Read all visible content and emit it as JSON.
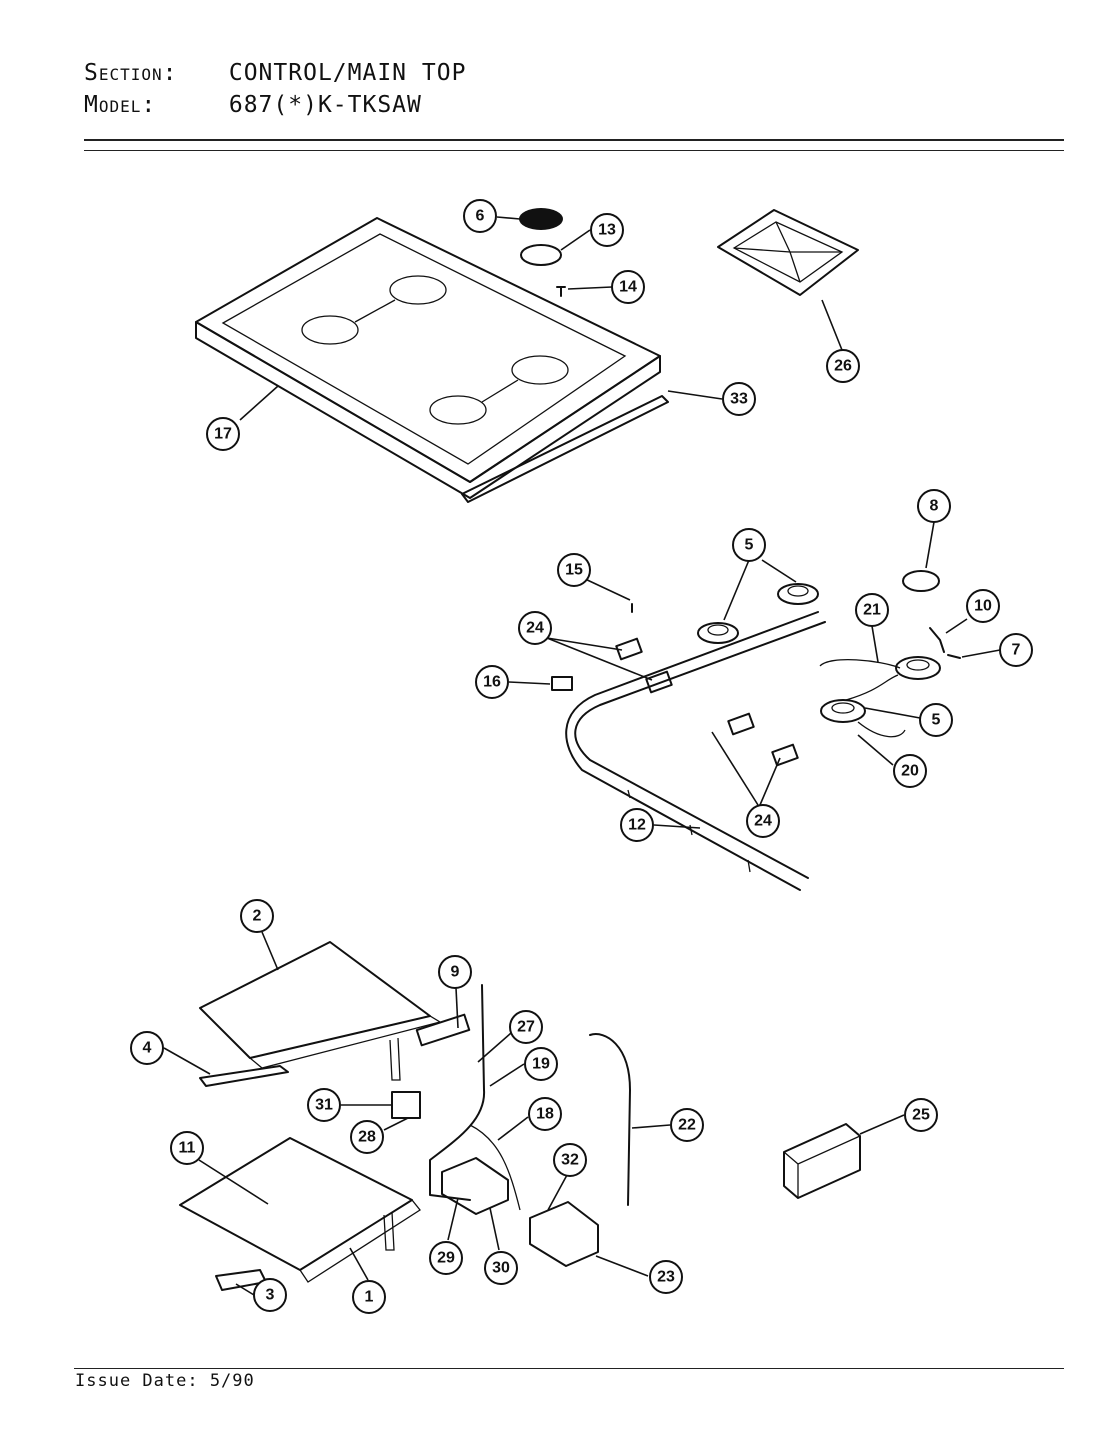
{
  "header": {
    "section_label": "Section:",
    "section_value": "CONTROL/MAIN TOP",
    "model_label": "Model:",
    "model_value": "687(*)K-TKSAW"
  },
  "footer": {
    "issue_date": "Issue Date: 5/90"
  },
  "callouts": {
    "c6": "6",
    "c13": "13",
    "c14": "14",
    "c26": "26",
    "c33": "33",
    "c17": "17",
    "c8": "8",
    "c5a": "5",
    "c15": "15",
    "c21": "21",
    "c10": "10",
    "c24a": "24",
    "c7": "7",
    "c16": "16",
    "c5b": "5",
    "c20": "20",
    "c24b": "24",
    "c12": "12",
    "c2": "2",
    "c9": "9",
    "c27": "27",
    "c4": "4",
    "c19": "19",
    "c31": "31",
    "c28": "28",
    "c18": "18",
    "c22": "22",
    "c25": "25",
    "c11": "11",
    "c32": "32",
    "c29": "29",
    "c30": "30",
    "c23": "23",
    "c3": "3",
    "c1": "1"
  }
}
